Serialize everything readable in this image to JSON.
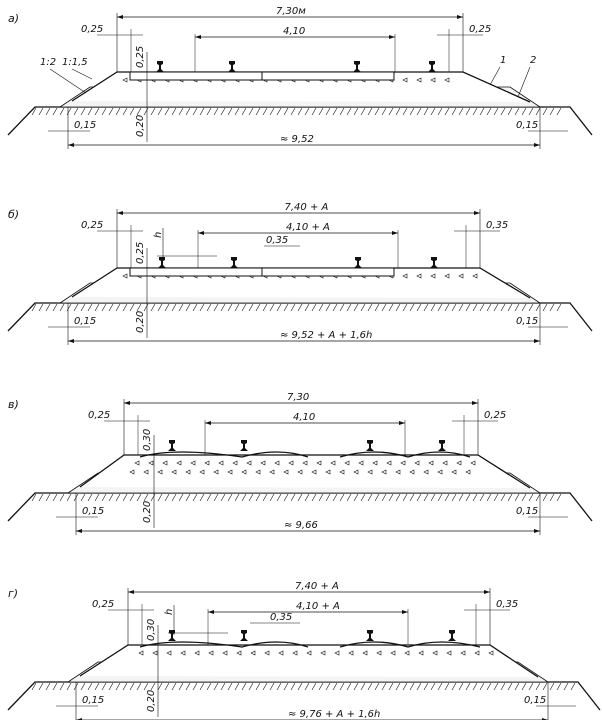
{
  "panels": [
    {
      "label": "а)",
      "total_width": "7,30м",
      "track_spacing": "4,10",
      "left_shoulder": "0,25",
      "right_shoulder": "0,25",
      "ballast_depth": "0,25",
      "sand_depth": "0,20",
      "left_offset": "0,15",
      "right_offset": "0,15",
      "base_width": "≈ 9,52",
      "slope_left_inner": "1:2",
      "slope_left_outer": "1:1,5",
      "marker_1": "1",
      "marker_2": "2"
    },
    {
      "label": "б)",
      "total_width": "7,40 + А",
      "track_spacing": "4,10 + А",
      "left_shoulder": "0,25",
      "right_shoulder": "0,35",
      "ballast_depth": "0,25",
      "sand_depth": "0,20",
      "left_offset": "0,15",
      "right_offset": "0,15",
      "base_width": "≈ 9,52 + А + 1,6h",
      "cant": "h",
      "gap": "0,35"
    },
    {
      "label": "в)",
      "total_width": "7,30",
      "track_spacing": "4,10",
      "left_shoulder": "0,25",
      "right_shoulder": "0,25",
      "ballast_depth": "0,30",
      "sand_depth": "0,20",
      "left_offset": "0,15",
      "right_offset": "0,15",
      "base_width": "≈ 9,66"
    },
    {
      "label": "г)",
      "total_width": "7,40 + А",
      "track_spacing": "4,10 + А",
      "left_shoulder": "0,25",
      "right_shoulder": "0,35",
      "ballast_depth": "0,30",
      "sand_depth": "0,20",
      "left_offset": "0,15",
      "right_offset": "0,15",
      "base_width": "≈ 9,76 + А + 1,6h",
      "cant": "h",
      "gap": "0,35"
    }
  ]
}
